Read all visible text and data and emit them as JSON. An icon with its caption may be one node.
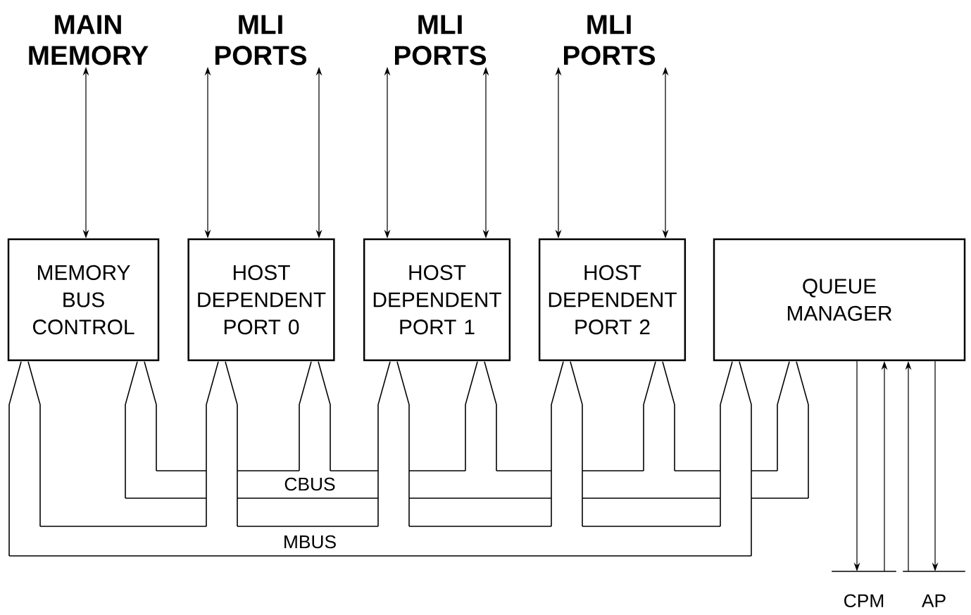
{
  "diagram": {
    "nodes": [
      {
        "text": [
          "MAIN MEMORY"
        ]
      },
      {
        "text": [
          "MLI PORTS"
        ]
      },
      {
        "text": [
          "MLI PORTS"
        ]
      },
      {
        "text": [
          "MLI PORTS"
        ]
      },
      {
        "text": [
          "MEMORY BUS CONTROL"
        ]
      },
      {
        "text": [
          "HOST DEPENDENT PORT 0"
        ]
      },
      {
        "text": [
          "HOST DEPENDENT PORT 1"
        ]
      },
      {
        "text": [
          "HOST DEPENDENT PORT 2"
        ]
      },
      {
        "text": [
          "QUEUE MANAGER"
        ]
      },
      {
        "text": [
          "CPM"
        ]
      },
      {
        "text": [
          "AP"
        ]
      }
    ],
    "edges": [
      {
        "from": 0,
        "to": 4,
        "arrow": "both"
      },
      {
        "from": 1,
        "to": 5,
        "arrow": "both"
      },
      {
        "from": 1,
        "to": 5,
        "arrow": "both"
      },
      {
        "from": 2,
        "to": 6,
        "arrow": "both"
      },
      {
        "from": 2,
        "to": 6,
        "arrow": "both"
      },
      {
        "from": 3,
        "to": 7,
        "arrow": "both"
      },
      {
        "from": 3,
        "to": 7,
        "arrow": "both"
      },
      {
        "from": 8,
        "to": 9,
        "arrow": "to"
      },
      {
        "from": 9,
        "to": 8,
        "arrow": "to"
      },
      {
        "from": 10,
        "to": 8,
        "arrow": "to"
      },
      {
        "from": 8,
        "to": 10,
        "arrow": "to"
      }
    ],
    "labels": [
      "CBUS",
      "MBUS"
    ]
  }
}
